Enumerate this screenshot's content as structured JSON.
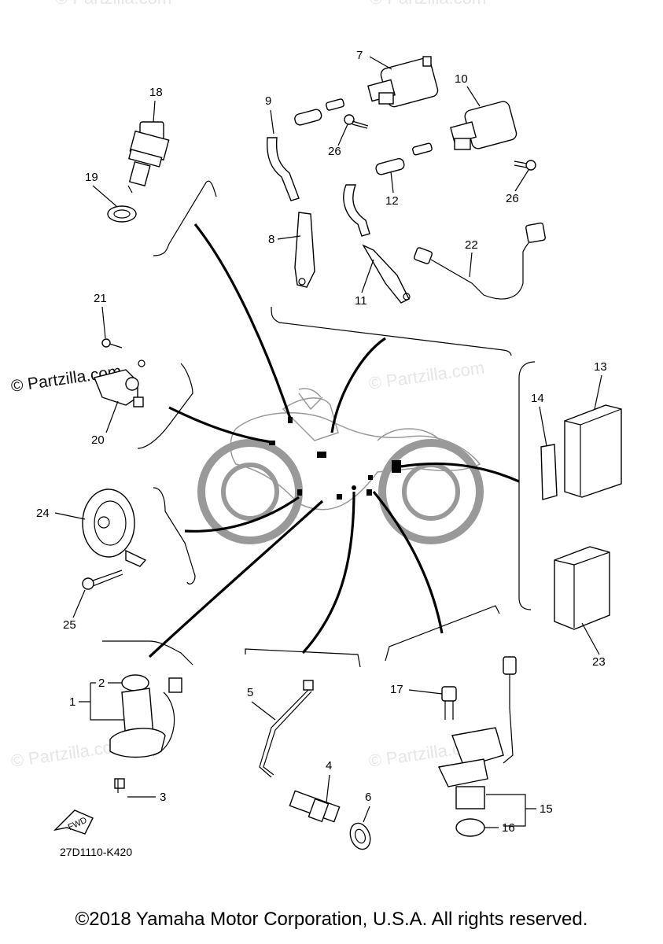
{
  "diagram": {
    "watermark": "© Partzilla.com",
    "drawing_code": "27D1110-K420",
    "fwd_label": "FWD",
    "copyright": "©2018 Yamaha Motor Corporation, U.S.A. All rights reserved.",
    "callouts": {
      "c1": "1",
      "c2": "2",
      "c3": "3",
      "c4": "4",
      "c5": "5",
      "c6": "6",
      "c7": "7",
      "c8": "8",
      "c9": "9",
      "c10": "10",
      "c11": "11",
      "c12": "12",
      "c13": "13",
      "c14": "14",
      "c15": "15",
      "c16": "16",
      "c17": "17",
      "c18": "18",
      "c19": "19",
      "c20": "20",
      "c21": "21",
      "c22": "22",
      "c23": "23",
      "c24": "24",
      "c25": "25",
      "c26a": "26",
      "c26b": "26"
    }
  }
}
